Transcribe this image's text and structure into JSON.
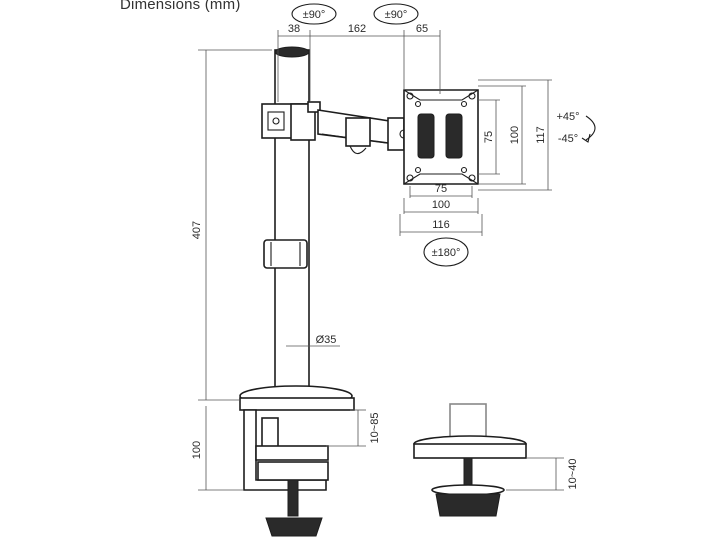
{
  "title": "Dimensions (mm)",
  "labels": {
    "swivel_left": "±90°",
    "swivel_right": "±90°",
    "arm_offset": "38",
    "arm_length": "162",
    "head_depth": "65",
    "pole_height": "407",
    "pole_diameter": "Ø35",
    "clamp_height": "100",
    "clamp_range": "10~85",
    "grommet_range": "10~40",
    "vesa_inner_v": "75",
    "vesa_outer_v": "100",
    "plate_height": "117",
    "vesa_inner_h": "75",
    "vesa_outer_h": "100",
    "plate_width": "116",
    "tilt_up": "+45°",
    "tilt_down": "-45°",
    "rotation": "±180°"
  }
}
